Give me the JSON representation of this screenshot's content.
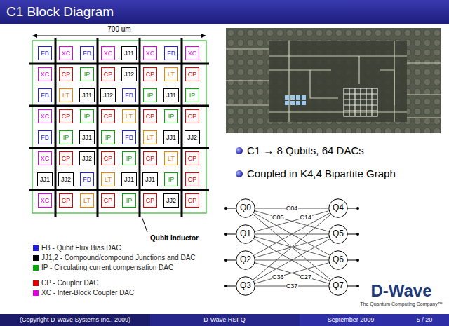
{
  "diagram": {
    "title": "C1 Block Diagram",
    "nodes": [
      {
        "text": [
          "FB"
        ]
      },
      {
        "text": [
          "XC"
        ]
      },
      {
        "text": [
          "FB"
        ]
      },
      {
        "text": [
          "XC"
        ]
      },
      {
        "text": [
          "JJ1"
        ]
      },
      {
        "text": [
          "XC"
        ]
      },
      {
        "text": [
          "FB"
        ]
      },
      {
        "text": [
          "XC"
        ]
      },
      {
        "text": [
          "XC"
        ]
      },
      {
        "text": [
          "CP"
        ]
      },
      {
        "text": [
          "IP"
        ]
      },
      {
        "text": [
          "CP"
        ]
      },
      {
        "text": [
          "JJ2"
        ]
      },
      {
        "text": [
          "CP"
        ]
      },
      {
        "text": [
          "LT"
        ]
      },
      {
        "text": [
          "CP"
        ]
      },
      {
        "text": [
          "FB"
        ]
      },
      {
        "text": [
          "LT"
        ]
      },
      {
        "text": [
          "JJ1"
        ]
      },
      {
        "text": [
          "JJ2"
        ]
      },
      {
        "text": [
          "FB"
        ]
      },
      {
        "text": [
          "IP"
        ]
      },
      {
        "text": [
          "JJ1"
        ]
      },
      {
        "text": [
          "IP"
        ]
      },
      {
        "text": [
          "XC"
        ]
      },
      {
        "text": [
          "CP"
        ]
      },
      {
        "text": [
          "IP"
        ]
      },
      {
        "text": [
          "CP"
        ]
      },
      {
        "text": [
          "LT"
        ]
      },
      {
        "text": [
          "CP"
        ]
      },
      {
        "text": [
          "IP"
        ]
      },
      {
        "text": [
          "CP"
        ]
      },
      {
        "text": [
          "FB"
        ]
      },
      {
        "text": [
          "IP"
        ]
      },
      {
        "text": [
          "JJ1"
        ]
      },
      {
        "text": [
          "IP"
        ]
      },
      {
        "text": [
          "FB"
        ]
      },
      {
        "text": [
          "LT"
        ]
      },
      {
        "text": [
          "JJ1"
        ]
      },
      {
        "text": [
          "JJ2"
        ]
      },
      {
        "text": [
          "XC"
        ]
      },
      {
        "text": [
          "CP"
        ]
      },
      {
        "text": [
          "JJ2"
        ]
      },
      {
        "text": [
          "CP"
        ]
      },
      {
        "text": [
          "IP"
        ]
      },
      {
        "text": [
          "CP"
        ]
      },
      {
        "text": [
          "LT"
        ]
      },
      {
        "text": [
          "CP"
        ]
      },
      {
        "text": [
          "JJ1"
        ]
      },
      {
        "text": [
          "JJ2"
        ]
      },
      {
        "text": [
          "FB"
        ]
      },
      {
        "text": [
          "LT"
        ]
      },
      {
        "text": [
          "JJ1"
        ]
      },
      {
        "text": [
          "JJ1"
        ]
      },
      {
        "text": [
          "IP"
        ]
      },
      {
        "text": [
          "CP"
        ]
      },
      {
        "text": [
          "XC"
        ]
      },
      {
        "text": [
          "CP"
        ]
      },
      {
        "text": [
          "LT"
        ]
      },
      {
        "text": [
          "CP"
        ]
      },
      {
        "text": [
          "IP"
        ]
      },
      {
        "text": [
          "CP"
        ]
      },
      {
        "text": [
          "JJ2"
        ]
      },
      {
        "text": [
          "CP"
        ]
      },
      {
        "text": [
          "Q0"
        ]
      },
      {
        "text": [
          "Q1"
        ]
      },
      {
        "text": [
          "Q2"
        ]
      },
      {
        "text": [
          "Q3"
        ]
      },
      {
        "text": [
          "Q4"
        ]
      },
      {
        "text": [
          "Q5"
        ]
      },
      {
        "text": [
          "Q6"
        ]
      },
      {
        "text": [
          "Q7"
        ]
      }
    ],
    "edges": [
      {
        "from": 64,
        "to": 68,
        "arrow": "none",
        "label": "C04"
      },
      {
        "from": 64,
        "to": 69,
        "arrow": "none",
        "label": "C05"
      },
      {
        "from": 64,
        "to": 70,
        "arrow": "none"
      },
      {
        "from": 64,
        "to": 71,
        "arrow": "none"
      },
      {
        "from": 65,
        "to": 68,
        "arrow": "none",
        "label": "C14"
      },
      {
        "from": 65,
        "to": 69,
        "arrow": "none"
      },
      {
        "from": 65,
        "to": 70,
        "arrow": "none"
      },
      {
        "from": 65,
        "to": 71,
        "arrow": "none"
      },
      {
        "from": 66,
        "to": 68,
        "arrow": "none"
      },
      {
        "from": 66,
        "to": 69,
        "arrow": "none"
      },
      {
        "from": 66,
        "to": 70,
        "arrow": "none"
      },
      {
        "from": 66,
        "to": 71,
        "arrow": "none",
        "label": "C27"
      },
      {
        "from": 67,
        "to": 68,
        "arrow": "none"
      },
      {
        "from": 67,
        "to": 69,
        "arrow": "none"
      },
      {
        "from": 67,
        "to": 70,
        "arrow": "none",
        "label": "C36"
      },
      {
        "from": 67,
        "to": 71,
        "arrow": "none",
        "label": "C37"
      }
    ],
    "labels": [
      "700 um",
      "Qubit Inductor",
      "C1 → 8 Qubits, 64 DACs",
      "Coupled in K4,4 Bipartite Graph",
      "(Copyright D-Wave Systems Inc., 2009)",
      "D-Wave RSFQ",
      "September 2009",
      "5 / 20",
      "D-Wave",
      "The Quantum Computing Company™"
    ],
    "legend": [
      {
        "text": "FB - Qubit Flux Bias DAC",
        "color": "#1f1fe0"
      },
      {
        "text": "JJ1,2 - Compound/compound Junctions and DAC",
        "color": "#000000"
      },
      {
        "text": "IP - Circulating current compensation DAC",
        "color": "#00a800"
      },
      {
        "text": "CP - Coupler DAC",
        "color": "#e00000"
      },
      {
        "text": "XC - Inter-Block Coupler DAC",
        "color": "#e000e0"
      }
    ]
  }
}
